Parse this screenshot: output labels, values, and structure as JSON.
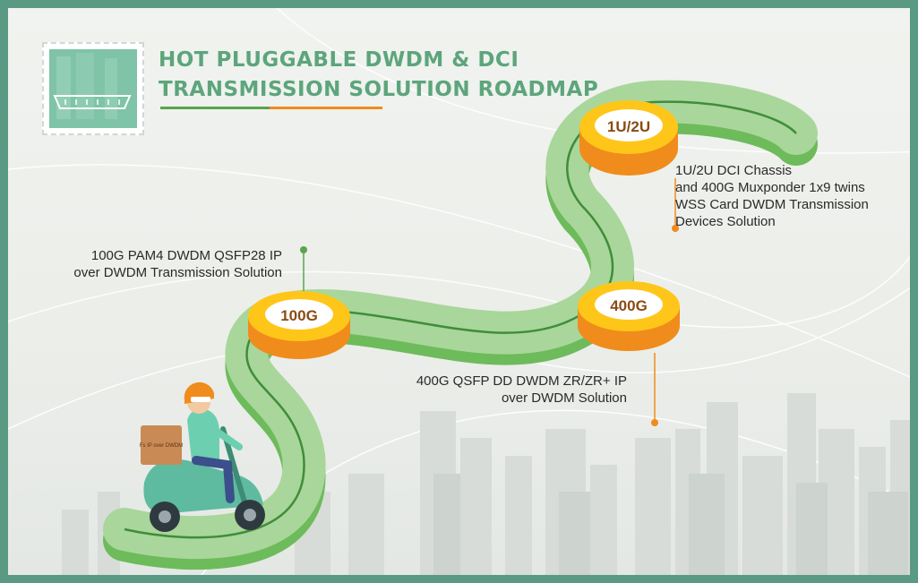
{
  "title": {
    "line1": "HOT PLUGGABLE DWDM & DCI",
    "line2": "TRANSMISSION SOLUTION ROADMAP"
  },
  "milestones": [
    {
      "id": "100g",
      "badge": "100G",
      "description": [
        "100G PAM4 DWDM QSFP28 IP",
        "over DWDM Transmission Solution"
      ]
    },
    {
      "id": "400g",
      "badge": "400G",
      "description": [
        "400G QSFP DD DWDM ZR/ZR+ IP",
        "over DWDM Solution"
      ]
    },
    {
      "id": "1u2u",
      "badge": "1U/2U",
      "description": [
        "1U/2U DCI Chassis",
        "and 400G Muxponder 1x9 twins",
        "WSS Card DWDM Transmission",
        " Devices Solution"
      ]
    }
  ],
  "delivery_box_text": "Fs IP over DWDM",
  "colors": {
    "frame": "#5a9a84",
    "title": "#5da57c",
    "road_top": "#a9d69a",
    "road_side": "#6dbb5b",
    "road_line": "#3f8d3a",
    "badge_yellow": "#ffc61a",
    "badge_orange": "#f08c1c",
    "accent_orange": "#f08c1c",
    "accent_green": "#5aa34f"
  }
}
